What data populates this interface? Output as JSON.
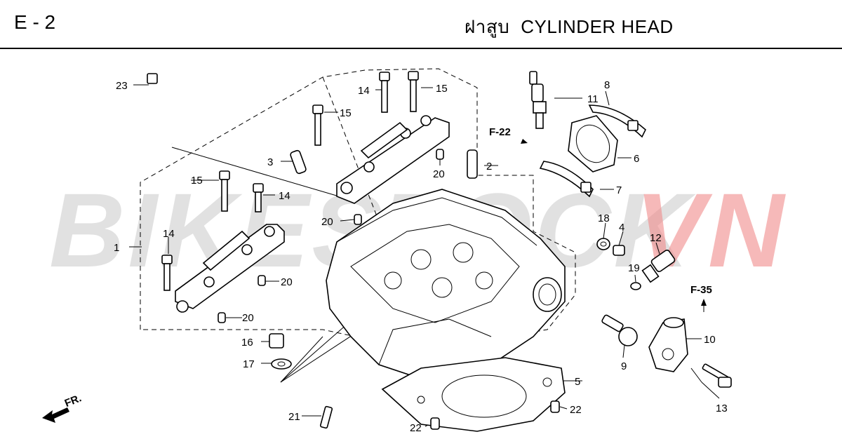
{
  "header": {
    "code": "E - 2",
    "title_th": "ฝาสูบ",
    "title_en": "CYLINDER HEAD"
  },
  "watermark": {
    "text_gray": "BIKESTOCK",
    "text_red": "VN",
    "color_gray": "#c8c8c8",
    "color_red": "#f08a8a"
  },
  "refs": {
    "f22": "F-22",
    "f35": "F-35",
    "fr": "FR."
  },
  "callouts": {
    "c1": "1",
    "c2": "2",
    "c3": "3",
    "c4": "4",
    "c5": "5",
    "c6": "6",
    "c7": "7",
    "c8": "8",
    "c9": "9",
    "c10": "10",
    "c11": "11",
    "c12": "12",
    "c13": "13",
    "c14a": "14",
    "c14b": "14",
    "c14c": "14",
    "c15a": "15",
    "c15b": "15",
    "c15c": "15",
    "c16": "16",
    "c17": "17",
    "c18": "18",
    "c19": "19",
    "c20a": "20",
    "c20b": "20",
    "c20c": "20",
    "c20d": "20",
    "c21": "21",
    "c22a": "22",
    "c22b": "22",
    "c23": "23"
  }
}
